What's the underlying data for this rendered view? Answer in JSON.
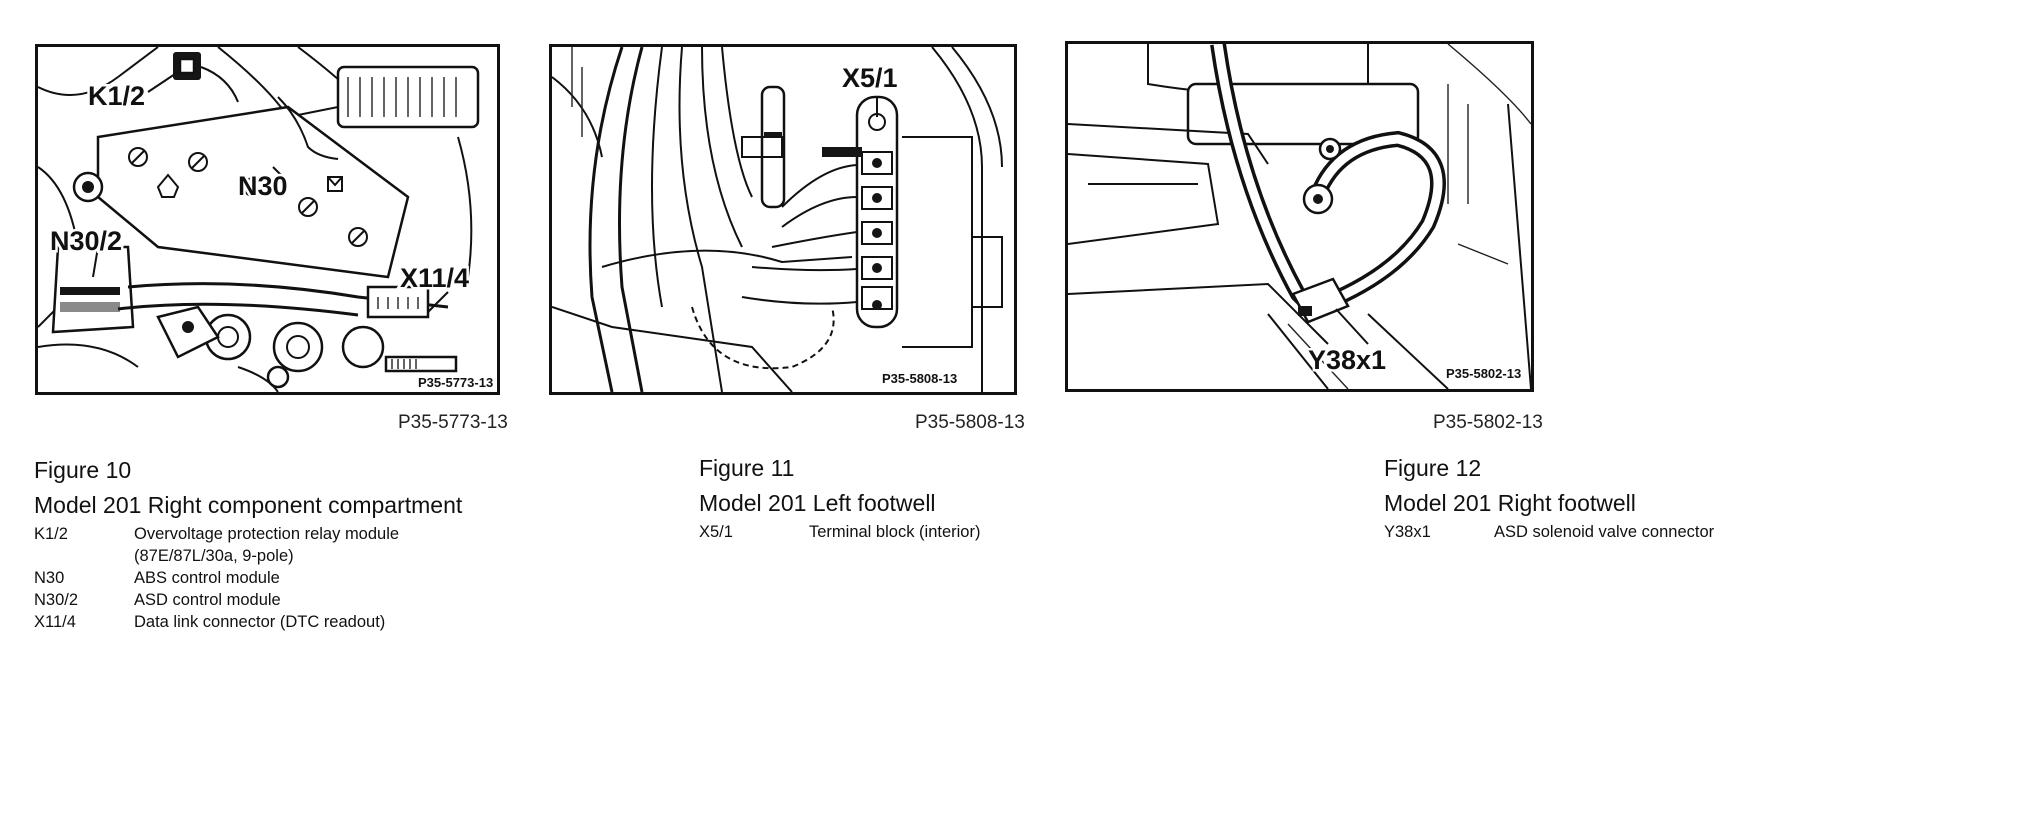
{
  "figures": [
    {
      "ref_code": "P35-5773-13",
      "inner_code": "P35-5773-13",
      "figure_title": "Figure 10",
      "model_line": "Model 201  Right component compartment",
      "callouts": [
        "K1/2",
        "N30",
        "N30/2",
        "X11/4"
      ],
      "legend": [
        {
          "code": "K1/2",
          "desc": "Overvoltage protection relay module"
        },
        {
          "code": "",
          "desc": "(87E/87L/30a, 9-pole)"
        },
        {
          "code": "N30",
          "desc": "ABS control module"
        },
        {
          "code": "N30/2",
          "desc": "ASD control module"
        },
        {
          "code": "X11/4",
          "desc": "Data link connector (DTC readout)"
        }
      ]
    },
    {
      "ref_code": "P35-5808-13",
      "inner_code": "P35-5808-13",
      "figure_title": "Figure 11",
      "model_line": "Model 201 Left footwell",
      "callouts": [
        "X5/1"
      ],
      "legend": [
        {
          "code": "X5/1",
          "desc": "Terminal block (interior)"
        }
      ]
    },
    {
      "ref_code": "P35-5802-13",
      "inner_code": "P35-5802-13",
      "figure_title": "Figure 12",
      "model_line": "Model 201  Right footwell",
      "callouts": [
        "Y38x1"
      ],
      "legend": [
        {
          "code": "Y38x1",
          "desc": "ASD solenoid valve connector"
        }
      ]
    }
  ]
}
